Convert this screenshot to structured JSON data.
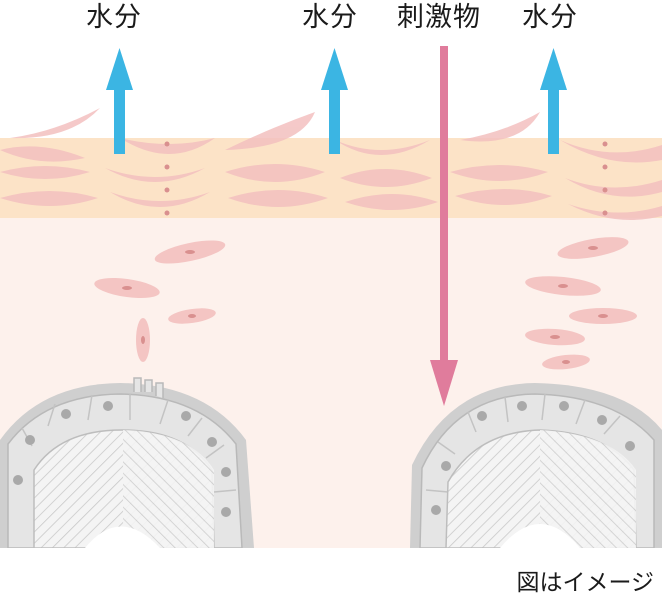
{
  "labels": {
    "water_left": "水分",
    "water_middle": "水分",
    "irritant": "刺激物",
    "water_right": "水分"
  },
  "caption": "図はイメージ",
  "colors": {
    "water_arrow": "#3bb5e3",
    "irritant_arrow": "#e07c9c",
    "stratum_band": "#fce3c7",
    "dermis": "#fdf1ec",
    "cell": "#f3c0bf",
    "follicle_ring": "#cfcfcf",
    "follicle_tile": "#e5e5e5"
  }
}
